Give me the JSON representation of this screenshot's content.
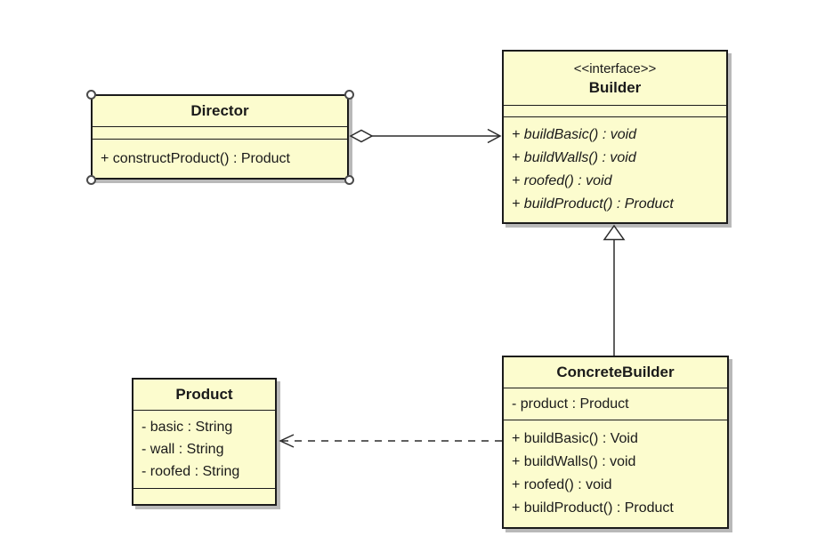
{
  "diagram": {
    "type": "uml-class-diagram",
    "pattern": "Builder",
    "colors": {
      "class_fill": "#fcfcce",
      "border": "#1b1b1b",
      "shadow": "#b9b9b9",
      "connector": "#2b2b2b",
      "background": "#ffffff",
      "selection_handle_fill": "#ffffff",
      "selection_handle_stroke": "#4a4a4a"
    },
    "classes": {
      "director": {
        "name": "Director",
        "stereotype": "",
        "attributes": [],
        "operations": [
          "+ constructProduct() : Product"
        ],
        "selected": true
      },
      "builder": {
        "name": "Builder",
        "stereotype": "<<interface>>",
        "attributes": [],
        "operations": [
          "+ buildBasic() : void",
          "+ buildWalls() : void",
          "+ roofed() : void",
          "+ buildProduct() : Product"
        ],
        "operations_italic": true
      },
      "concrete_builder": {
        "name": "ConcreteBuilder",
        "stereotype": "",
        "attributes": [
          "- product : Product"
        ],
        "operations": [
          "+ buildBasic() : Void",
          "+ buildWalls() : void",
          "+ roofed() : void",
          "+ buildProduct() : Product"
        ]
      },
      "product": {
        "name": "Product",
        "stereotype": "",
        "attributes": [
          "- basic : String",
          "- wall : String",
          "- roofed : String"
        ],
        "operations": []
      }
    },
    "relationships": [
      {
        "type": "aggregation",
        "from": "Director",
        "to": "Builder",
        "line": "solid",
        "marker_from": "hollow-diamond",
        "marker_to": "open-arrow"
      },
      {
        "type": "generalization",
        "from": "ConcreteBuilder",
        "to": "Builder",
        "line": "solid",
        "marker_to": "hollow-triangle"
      },
      {
        "type": "dependency",
        "from": "ConcreteBuilder",
        "to": "Product",
        "line": "dashed",
        "marker_to": "open-arrow"
      }
    ]
  }
}
